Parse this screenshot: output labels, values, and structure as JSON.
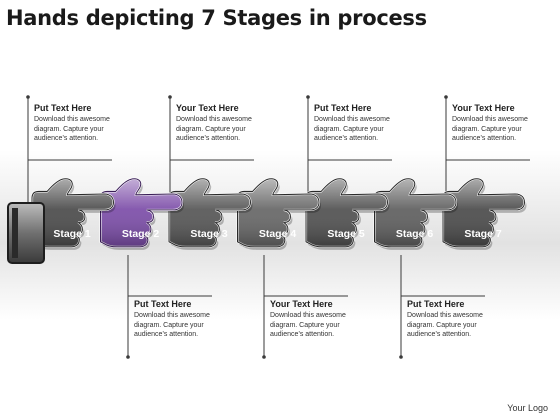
{
  "title": "Hands depicting 7 Stages in process",
  "stages": [
    {
      "label": "Stage 1",
      "color": "#4a4a4a",
      "highlight": false
    },
    {
      "label": "Stage 2",
      "color": "#7b4ca8",
      "highlight": true
    },
    {
      "label": "Stage 3",
      "color": "#555555",
      "highlight": false
    },
    {
      "label": "Stage 4",
      "color": "#666666",
      "highlight": false
    },
    {
      "label": "Stage 5",
      "color": "#505050",
      "highlight": false
    },
    {
      "label": "Stage 6",
      "color": "#5e5e5e",
      "highlight": false
    },
    {
      "label": "Stage 7",
      "color": "#4a4a4a",
      "highlight": false
    }
  ],
  "notes_top": [
    {
      "heading": "Put Text Here",
      "body": "Download this awesome diagram. Capture your audience’s attention."
    },
    {
      "heading": "Your Text Here",
      "body": "Download this awesome diagram. Capture your audience’s attention."
    },
    {
      "heading": "Put Text Here",
      "body": "Download this awesome diagram. Capture your audience’s attention."
    },
    {
      "heading": "Your Text Here",
      "body": "Download this awesome diagram. Capture your audience’s attention."
    }
  ],
  "notes_bottom": [
    {
      "heading": "Put Text Here",
      "body": "Download this awesome diagram. Capture your audience’s attention."
    },
    {
      "heading": "Your Text Here",
      "body": "Download this awesome diagram. Capture your audience’s attention."
    },
    {
      "heading": "Put Text Here",
      "body": "Download this awesome diagram. Capture your audience’s attention."
    }
  ],
  "logo": "Your Logo"
}
